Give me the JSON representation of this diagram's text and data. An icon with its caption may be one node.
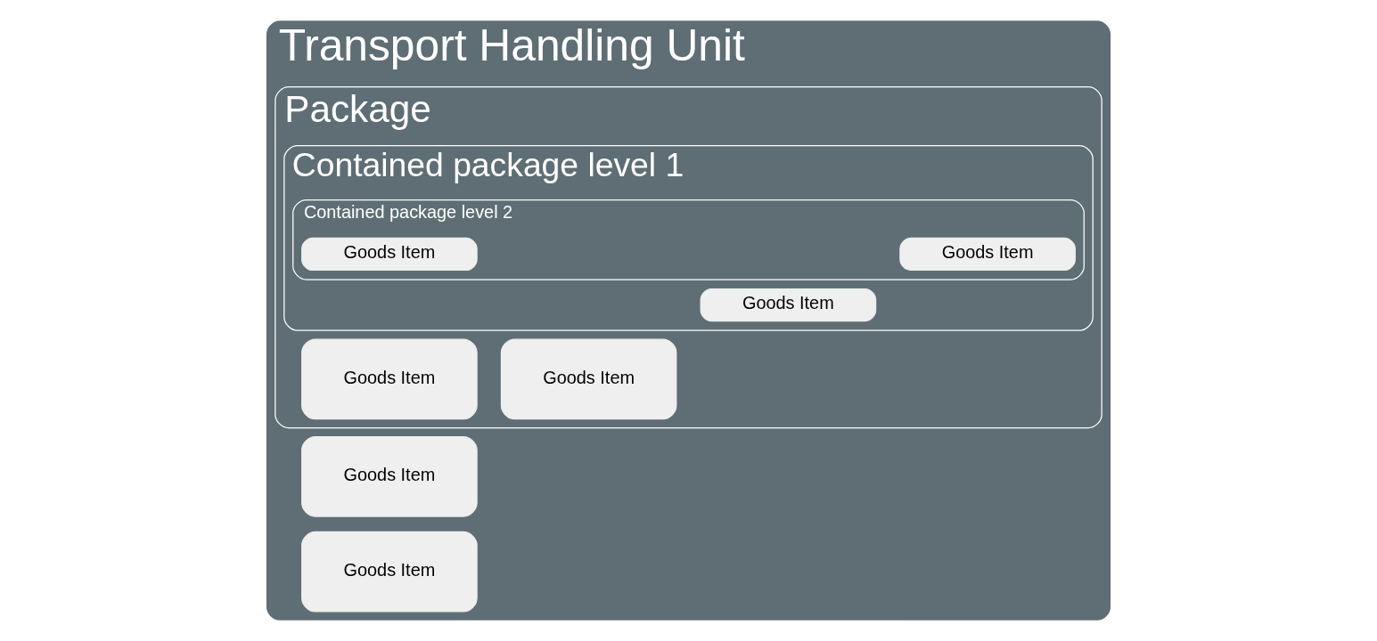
{
  "diagram": {
    "nodes": [
      {
        "text": [
          "Transport Handling Unit"
        ]
      },
      {
        "text": [
          "Goods Item"
        ],
        "in": 0
      },
      {
        "text": [
          "Goods Item"
        ],
        "in": 0
      },
      {
        "text": [
          "Package"
        ],
        "in": 0
      },
      {
        "text": [
          "Goods Item"
        ],
        "in": 3
      },
      {
        "text": [
          "Goods Item"
        ],
        "in": 3
      },
      {
        "text": [
          "Contained package level 1"
        ],
        "in": 3
      },
      {
        "text": [
          "Goods Item"
        ],
        "in": 6
      },
      {
        "text": [
          "Contained package level 2"
        ],
        "in": 6
      },
      {
        "text": [
          "Goods Item"
        ],
        "in": 8
      },
      {
        "text": [
          "Goods Item"
        ],
        "in": 8
      }
    ]
  }
}
